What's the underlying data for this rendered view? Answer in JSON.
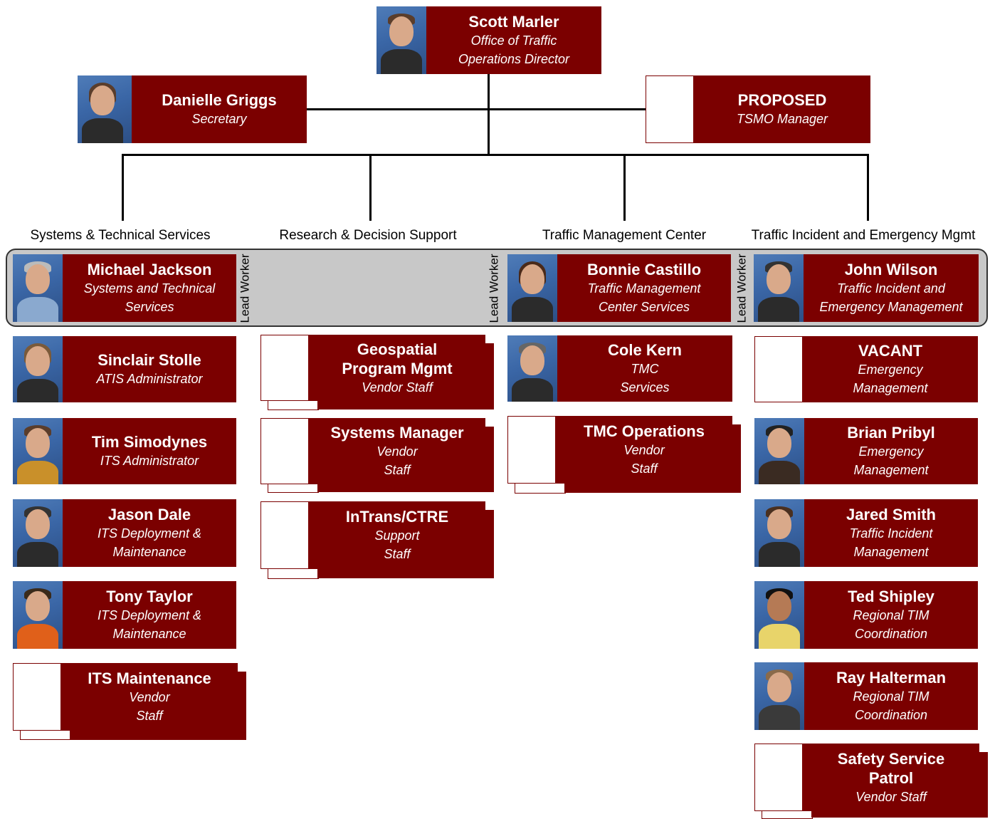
{
  "director": {
    "name": "Scott Marler",
    "role": "Office of Traffic\nOperations Director"
  },
  "secretary": {
    "name": "Danielle Griggs",
    "role": "Secretary"
  },
  "proposed": {
    "name": "PROPOSED",
    "role": "TSMO Manager"
  },
  "departments": [
    {
      "label": "Systems & Technical Services"
    },
    {
      "label": "Research & Decision Support"
    },
    {
      "label": "Traffic Management Center"
    },
    {
      "label": "Traffic Incident and Emergency Mgmt"
    }
  ],
  "lead_worker_label": "Lead Worker",
  "leads": {
    "sts": {
      "name": "Michael Jackson",
      "role": "Systems and Technical\nServices"
    },
    "tmc": {
      "name": "Bonnie Castillo",
      "role": "Traffic Management\nCenter Services"
    },
    "tim": {
      "name": "John Wilson",
      "role": "Traffic Incident and\nEmergency Management"
    }
  },
  "sts_staff": [
    {
      "name": "Sinclair Stolle",
      "role": "ATIS Administrator"
    },
    {
      "name": "Tim Simodynes",
      "role": "ITS Administrator"
    },
    {
      "name": "Jason Dale",
      "role": "ITS Deployment &\nMaintenance"
    },
    {
      "name": "Tony Taylor",
      "role": "ITS Deployment &\nMaintenance"
    },
    {
      "name": "ITS Maintenance",
      "role": "Vendor\nStaff"
    }
  ],
  "rds_staff": [
    {
      "name": "Geospatial\nProgram Mgmt",
      "role": "Vendor Staff"
    },
    {
      "name": "Systems Manager",
      "role": "Vendor\nStaff"
    },
    {
      "name": "InTrans/CTRE",
      "role": "Support\nStaff"
    }
  ],
  "tmc_staff": [
    {
      "name": "Cole Kern",
      "role": "TMC\nServices"
    },
    {
      "name": "TMC Operations",
      "role": "Vendor\nStaff"
    }
  ],
  "tim_staff": [
    {
      "name": "VACANT",
      "role": "Emergency\nManagement"
    },
    {
      "name": "Brian Pribyl",
      "role": "Emergency\nManagement"
    },
    {
      "name": "Jared Smith",
      "role": "Traffic Incident\nManagement"
    },
    {
      "name": "Ted Shipley",
      "role": "Regional TIM\nCoordination"
    },
    {
      "name": "Ray Halterman",
      "role": "Regional TIM\nCoordination"
    },
    {
      "name": "Safety Service\nPatrol",
      "role": "Vendor Staff"
    }
  ]
}
